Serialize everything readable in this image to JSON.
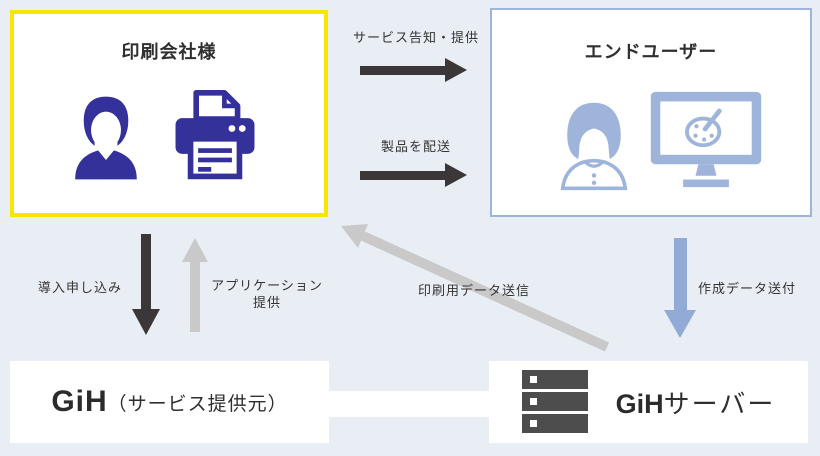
{
  "boxes": {
    "printing_company": {
      "title": "印刷会社様"
    },
    "end_user": {
      "title": "エンドユーザー"
    },
    "gih": {
      "name": "GiH",
      "suffix": "（サービス提供元）"
    },
    "gih_server": {
      "name": "GiH",
      "suffix": "サーバー"
    }
  },
  "arrows": {
    "service_announce": {
      "label": "サービス告知・提供",
      "direction": "right",
      "color": "#3b3638"
    },
    "product_delivery": {
      "label": "製品を配送",
      "direction": "right",
      "color": "#3b3638"
    },
    "apply": {
      "label": "導入申し込み",
      "direction": "down",
      "color": "#3b3638"
    },
    "app_provide": {
      "label_line1": "アプリケーション",
      "label_line2": "提供",
      "direction": "up",
      "color": "#c9c9c9"
    },
    "print_data": {
      "label": "印刷用データ送信",
      "direction": "diagonal-up-left",
      "color": "#c9c9c9"
    },
    "created_data": {
      "label": "作成データ送付",
      "direction": "down",
      "color": "#92abd6"
    }
  },
  "icons": {
    "businessman": "businessman-icon",
    "printer": "printer-icon",
    "woman": "woman-icon",
    "monitor_palette": "monitor-palette-icon",
    "server": "server-icon"
  },
  "colors": {
    "background": "#e9eef4",
    "printing_box_border": "#f7e600",
    "end_user_box_border": "#9fb4da",
    "dark_arrow": "#3b3638",
    "gray_arrow": "#c9c9c9",
    "blue_arrow": "#92abd6",
    "company_icon": "#35319b",
    "end_user_icon": "#9fb4da",
    "server_icon": "#4d4d4d",
    "text": "#2f2f2f"
  }
}
